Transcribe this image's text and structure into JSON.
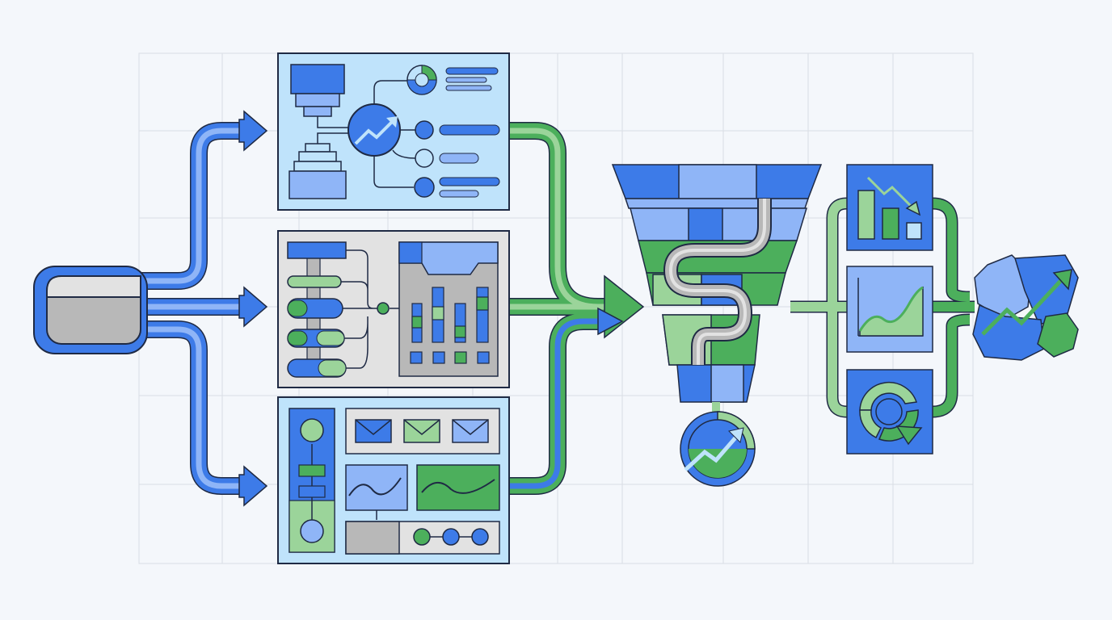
{
  "diagram": {
    "kind": "data-pipeline-illustration",
    "colors": {
      "background": "#f4f7fb",
      "grid": "#d9dde4",
      "outline": "#1f2a44",
      "blue": "#3d7be8",
      "blue_light": "#8fb5f7",
      "panel_blue": "#bfe3fb",
      "green": "#4caf5c",
      "green_light": "#9bd49a",
      "gray": "#b8b8b8",
      "gray_light": "#e2e2e2"
    },
    "nodes": [
      {
        "id": "source-cylinder",
        "icon": "database-cylinder-icon"
      },
      {
        "id": "panel-analytics",
        "icon": "trend-analytics-panel"
      },
      {
        "id": "panel-flowchart",
        "icon": "flowchart-bar-chart-panel"
      },
      {
        "id": "panel-dashboard",
        "icon": "email-dashboard-panel"
      },
      {
        "id": "funnel",
        "icon": "filter-funnel-icon"
      },
      {
        "id": "growth-circle",
        "icon": "growth-arrow-circle-icon"
      },
      {
        "id": "result-bar-decline",
        "icon": "declining-bar-chart-icon"
      },
      {
        "id": "result-area-chart",
        "icon": "area-chart-icon"
      },
      {
        "id": "result-cycle",
        "icon": "refresh-cycle-icon"
      },
      {
        "id": "outcome-hexagons",
        "icon": "hexagon-cluster-growth-icon"
      }
    ],
    "edges": [
      {
        "from": "source-cylinder",
        "to": "panel-analytics",
        "color": "blue"
      },
      {
        "from": "source-cylinder",
        "to": "panel-flowchart",
        "color": "blue"
      },
      {
        "from": "source-cylinder",
        "to": "panel-dashboard",
        "color": "blue"
      },
      {
        "from": "panel-analytics",
        "to": "funnel",
        "color": "green"
      },
      {
        "from": "panel-flowchart",
        "to": "funnel",
        "color": "green"
      },
      {
        "from": "panel-dashboard",
        "to": "funnel",
        "color": "green"
      },
      {
        "from": "funnel",
        "to": "growth-circle",
        "color": "green"
      },
      {
        "from": "funnel",
        "to": "result-bar-decline",
        "color": "green"
      },
      {
        "from": "funnel",
        "to": "result-area-chart",
        "color": "green"
      },
      {
        "from": "funnel",
        "to": "result-cycle",
        "color": "green"
      },
      {
        "from": "result-bar-decline",
        "to": "outcome-hexagons",
        "color": "green"
      },
      {
        "from": "result-area-chart",
        "to": "outcome-hexagons",
        "color": "green"
      },
      {
        "from": "result-cycle",
        "to": "outcome-hexagons",
        "color": "green"
      }
    ]
  }
}
